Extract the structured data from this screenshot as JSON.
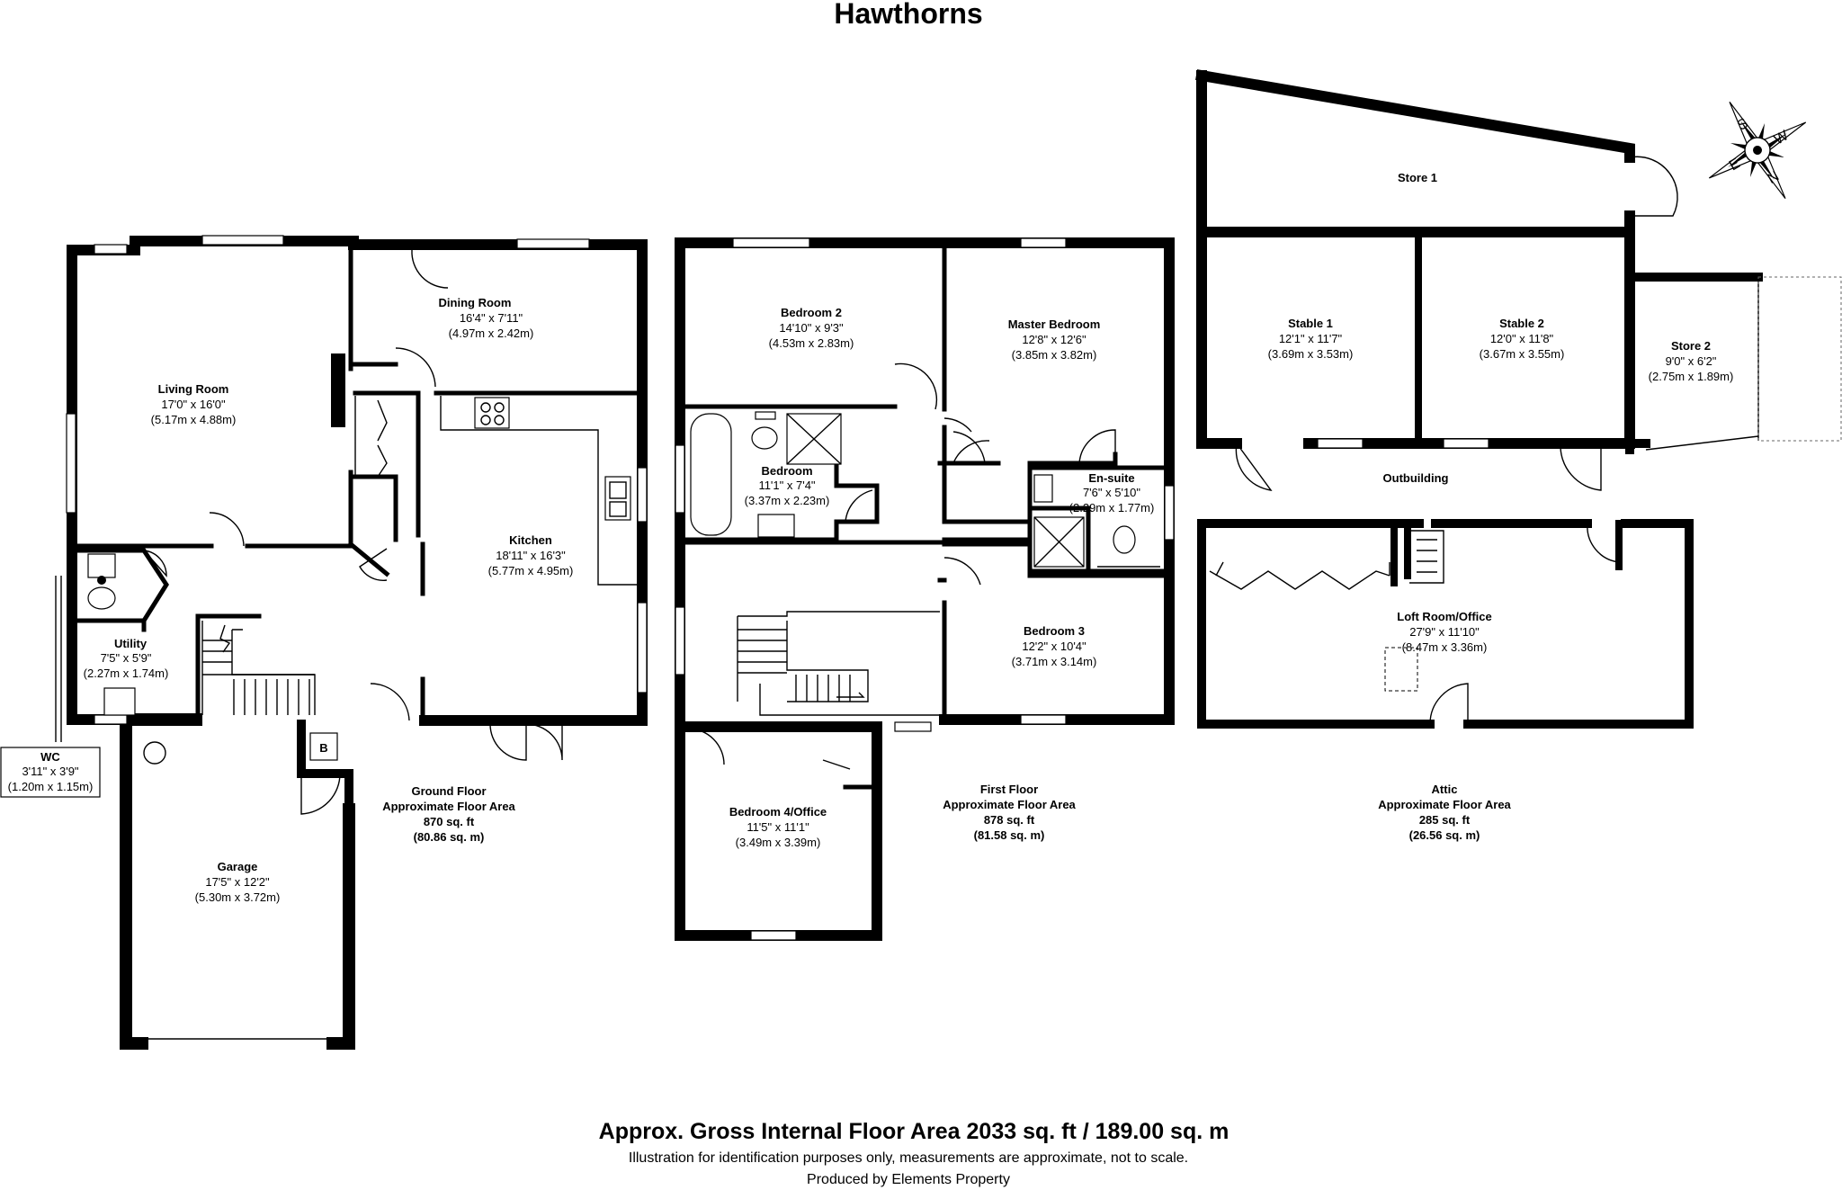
{
  "title": "Hawthorns",
  "rooms": {
    "living_room": {
      "name": "Living Room",
      "imperial": "17'0\" x 16'0\"",
      "metric": "(5.17m x 4.88m)"
    },
    "dining_room": {
      "name": "Dining Room",
      "imperial": "16'4\" x 7'11\"",
      "metric": "(4.97m x 2.42m)"
    },
    "kitchen": {
      "name": "Kitchen",
      "imperial": "18'11\" x 16'3\"",
      "metric": "(5.77m x 4.95m)"
    },
    "utility": {
      "name": "Utility",
      "imperial": "7'5\" x 5'9\"",
      "metric": "(2.27m x 1.74m)"
    },
    "wc": {
      "name": "WC",
      "imperial": "3'11\" x 3'9\"",
      "metric": "(1.20m x 1.15m)"
    },
    "garage": {
      "name": "Garage",
      "imperial": "17'5\" x 12'2\"",
      "metric": "(5.30m x 3.72m)"
    },
    "boiler": {
      "name": "B"
    },
    "bedroom_2": {
      "name": "Bedroom 2",
      "imperial": "14'10\" x 9'3\"",
      "metric": "(4.53m x 2.83m)"
    },
    "master_bedroom": {
      "name": "Master Bedroom",
      "imperial": "12'8\" x 12'6\"",
      "metric": "(3.85m x 3.82m)"
    },
    "bedroom": {
      "name": "Bedroom",
      "imperial": "11'1\" x 7'4\"",
      "metric": "(3.37m x 2.23m)"
    },
    "en_suite": {
      "name": "En-suite",
      "imperial": "7'6\" x 5'10\"",
      "metric": "(2.29m x 1.77m)"
    },
    "bedroom_3": {
      "name": "Bedroom 3",
      "imperial": "12'2\" x 10'4\"",
      "metric": "(3.71m x 3.14m)"
    },
    "bedroom_4": {
      "name": "Bedroom 4/Office",
      "imperial": "11'5\" x 11'1\"",
      "metric": "(3.49m x 3.39m)"
    },
    "store_1": {
      "name": "Store 1"
    },
    "stable_1": {
      "name": "Stable 1",
      "imperial": "12'1\" x 11'7\"",
      "metric": "(3.69m x 3.53m)"
    },
    "stable_2": {
      "name": "Stable 2",
      "imperial": "12'0\" x 11'8\"",
      "metric": "(3.67m x 3.55m)"
    },
    "store_2": {
      "name": "Store 2",
      "imperial": "9'0\" x 6'2\"",
      "metric": "(2.75m x 1.89m)"
    },
    "outbuilding": {
      "name": "Outbuilding"
    },
    "loft_room": {
      "name": "Loft Room/Office",
      "imperial": "27'9\" x 11'10\"",
      "metric": "(8.47m x 3.36m)"
    }
  },
  "floors": {
    "ground": {
      "name": "Ground Floor",
      "caption": "Approximate Floor Area",
      "sqft": "870 sq. ft",
      "sqm": "(80.86 sq. m)"
    },
    "first": {
      "name": "First Floor",
      "caption": "Approximate Floor Area",
      "sqft": "878 sq. ft",
      "sqm": "(81.58 sq. m)"
    },
    "attic": {
      "name": "Attic",
      "caption": "Approximate Floor Area",
      "sqft": "285 sq. ft",
      "sqm": "(26.56 sq. m)"
    }
  },
  "compass": {
    "s": "S",
    "e": "E",
    "w": "W",
    "n": "N"
  },
  "footer": {
    "total_area": "Approx. Gross Internal Floor Area 2033 sq. ft / 189.00 sq. m",
    "disclaimer": "Illustration for identification purposes only, measurements are approximate, not to scale.",
    "producer": "Produced by Elements Property"
  }
}
